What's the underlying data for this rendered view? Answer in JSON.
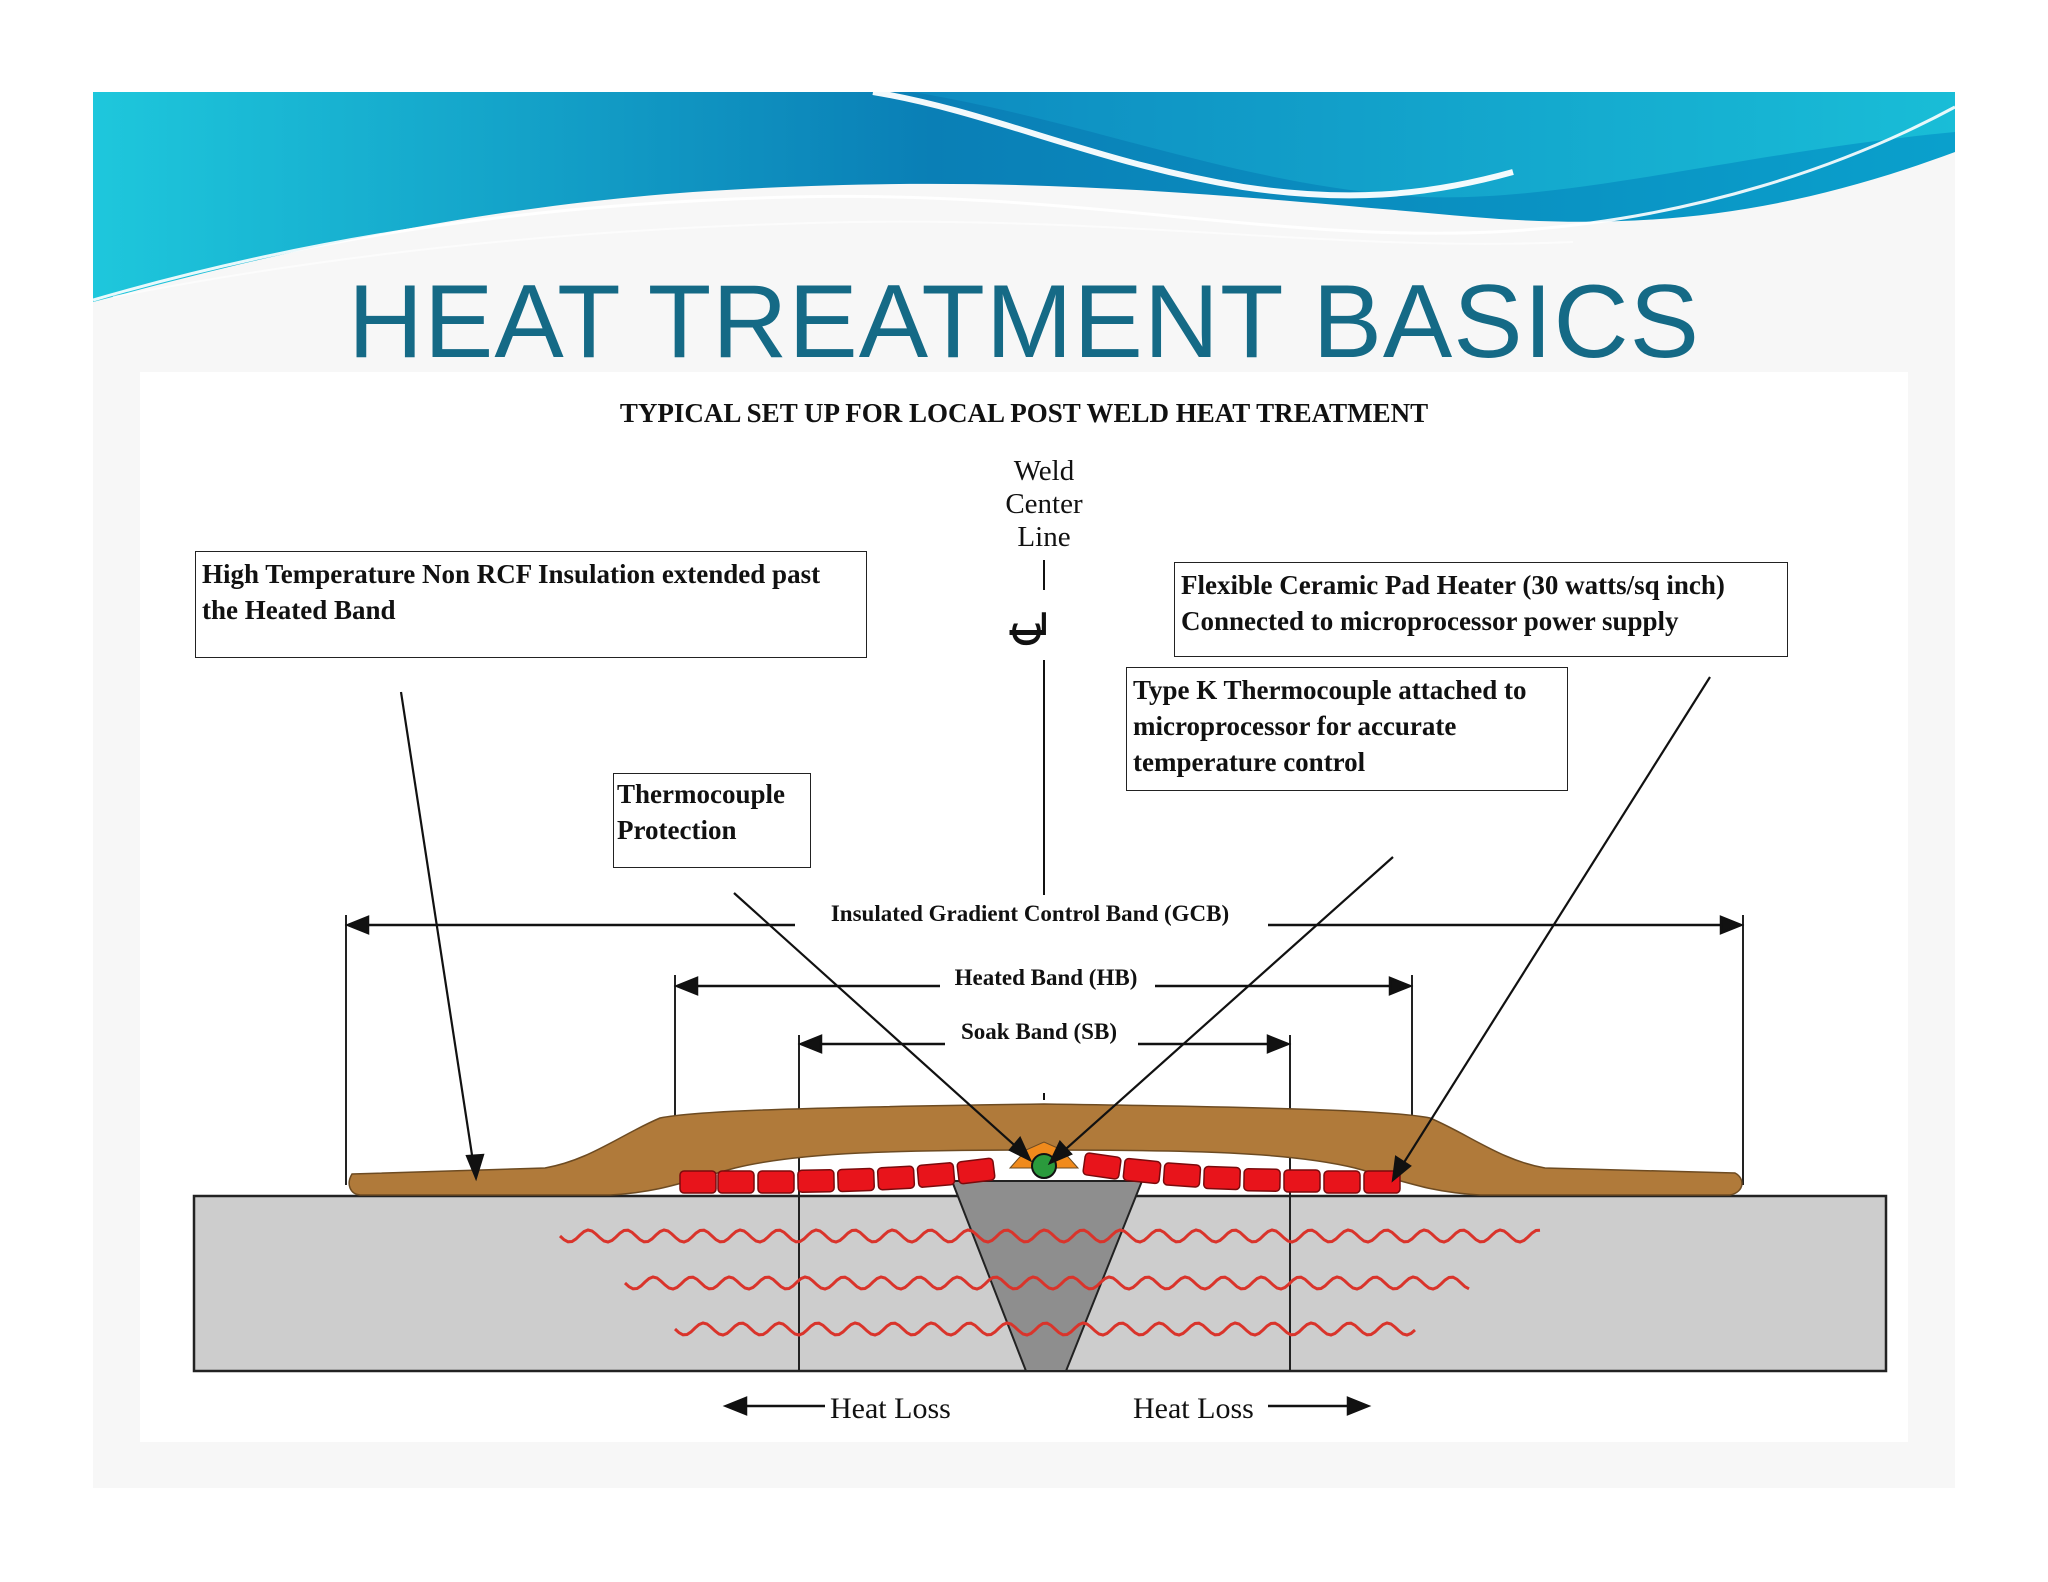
{
  "slide": {
    "title": "HEAT TREATMENT BASICS",
    "colors": {
      "title": "#156a86",
      "banner_dark": "#0a6ea8",
      "banner_light": "#1ec7dc"
    }
  },
  "diagram": {
    "title": "TYPICAL SET UP FOR LOCAL POST WELD HEAT TREATMENT",
    "weld_center_line": [
      "Weld",
      "Center",
      "Line"
    ],
    "centerline_symbol": "℄",
    "callouts": {
      "insulation": [
        "High Temperature Non RCF Insulation extended past",
        "the Heated Band"
      ],
      "pad_heater": [
        "Flexible Ceramic Pad Heater (30 watts/sq inch)",
        "Connected to microprocessor power supply"
      ],
      "thermocouple": [
        "Type K Thermocouple attached to",
        "microprocessor for accurate",
        "temperature control"
      ],
      "tc_protection": [
        "Thermocouple",
        "Protection"
      ]
    },
    "bands": {
      "gcb": "Insulated Gradient Control Band (GCB)",
      "hb": "Heated Band (HB)",
      "sb": "Soak Band (SB)"
    },
    "heat_loss_left": "Heat Loss",
    "heat_loss_right": "Heat Loss",
    "colors": {
      "insulation": "#b07a3a",
      "heater": "#e8141b",
      "pipe": "#cdcdcd",
      "weld": "#8e8e8e",
      "thermocouple": "#2a9a3c",
      "heat_wave": "#d9342b"
    }
  }
}
